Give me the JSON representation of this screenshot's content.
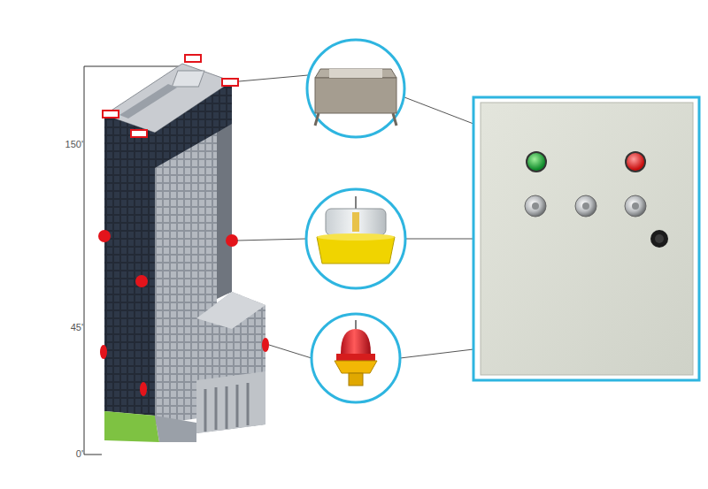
{
  "diagram": {
    "labels": [
      "150'",
      "45'",
      "0'"
    ]
  }
}
